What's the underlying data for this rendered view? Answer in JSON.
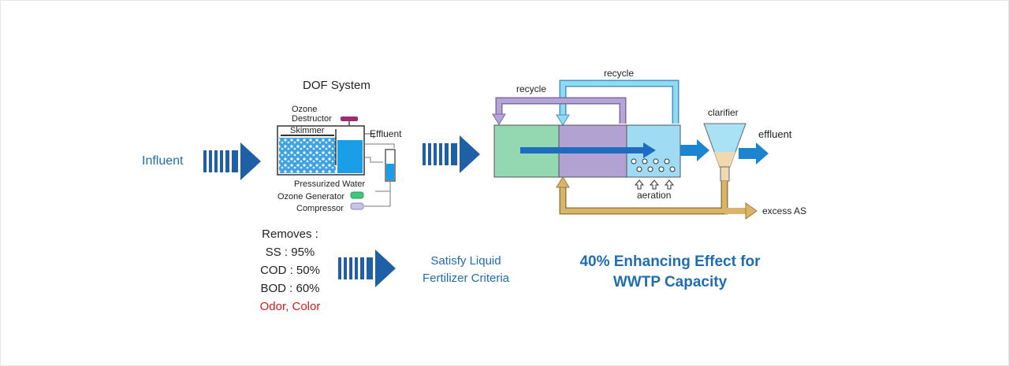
{
  "colors": {
    "accent_blue": "#1f5fa6",
    "text_blue": "#1f6db0",
    "red": "#cc1f1f",
    "green_tank": "#93d8b0",
    "purple_tank": "#b2a2d2",
    "aeration_tank": "#9fdcf3",
    "recycle_purple": "#b3a5d6",
    "recycle_cyan": "#8fdcf2",
    "excess_tan": "#d9b46b"
  },
  "influent_label": "Influent",
  "dof": {
    "title": "DOF System",
    "ozone_destructor": [
      "Ozone",
      "Destructor"
    ],
    "skimmer": "Skimmer",
    "effluent": "Effluent",
    "pressurized_water": "Pressurized Water",
    "ozone_generator": "Ozone Generator",
    "compressor": "Compressor"
  },
  "removes": {
    "title": "Removes :",
    "items": [
      "SS : 95%",
      "COD : 50%",
      "BOD : 60%"
    ],
    "highlight": "Odor, Color"
  },
  "satisfy": [
    "Satisfy Liquid",
    "Fertilizer Criteria"
  ],
  "process": {
    "recycle_left": "recycle",
    "recycle_top": "recycle",
    "clarifier": "clarifier",
    "effluent": "effluent",
    "aeration": "aeration",
    "excess": "excess AS"
  },
  "capacity": [
    "40% Enhancing Effect for",
    "WWTP Capacity"
  ]
}
